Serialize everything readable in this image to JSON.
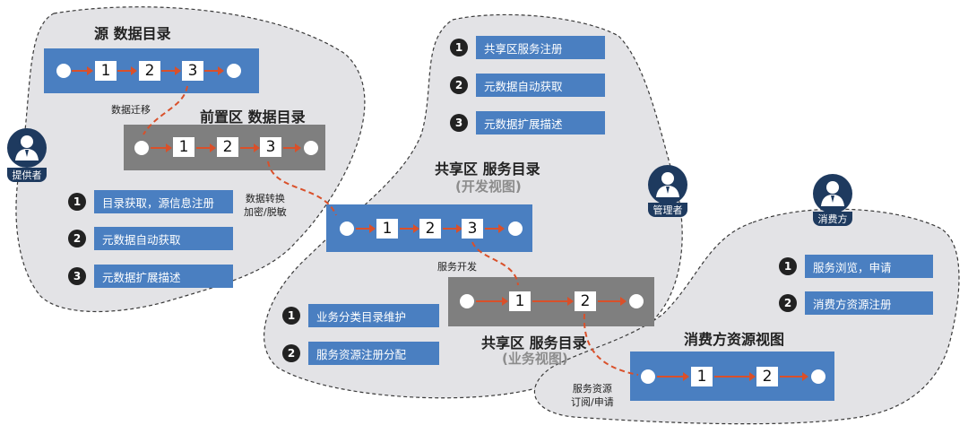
{
  "source_catalog": {
    "title": "源 数据目录",
    "steps": [
      "1",
      "2",
      "3"
    ]
  },
  "migration_label": "数据迁移",
  "front_catalog": {
    "title": "前置区 数据目录",
    "steps": [
      "1",
      "2",
      "3"
    ]
  },
  "provider": {
    "label": "提供者",
    "items": [
      {
        "num": "1",
        "text": "目录获取，源信息注册"
      },
      {
        "num": "2",
        "text": "元数据自动获取"
      },
      {
        "num": "3",
        "text": "元数据扩展描述"
      }
    ]
  },
  "convert_label": {
    "line1": "数据转换",
    "line2": "加密/脱敏"
  },
  "shared_top_items": [
    {
      "num": "1",
      "text": "共享区服务注册"
    },
    {
      "num": "2",
      "text": "元数据自动获取"
    },
    {
      "num": "3",
      "text": "元数据扩展描述"
    }
  ],
  "shared_dev": {
    "title": "共享区 服务目录",
    "subtitle": "(开发视图)",
    "steps": [
      "1",
      "2",
      "3"
    ]
  },
  "service_dev_label": "服务开发",
  "shared_biz": {
    "title": "共享区 服务目录",
    "subtitle": "(业务视图)",
    "steps": [
      "1",
      "2"
    ]
  },
  "shared_bottom_items": [
    {
      "num": "1",
      "text": "业务分类目录维护"
    },
    {
      "num": "2",
      "text": "服务资源注册分配"
    }
  ],
  "manager": {
    "label": "管理者"
  },
  "consumer": {
    "label": "消费方",
    "items": [
      {
        "num": "1",
        "text": "服务浏览，申请"
      },
      {
        "num": "2",
        "text": "消费方资源注册"
      }
    ]
  },
  "consumer_view": {
    "title": "消费方资源视图",
    "steps": [
      "1",
      "2"
    ]
  },
  "subscribe_label": {
    "line1": "服务资源",
    "line2": "订阅/申请"
  },
  "colors": {
    "blob_fill": "#e3e3e6",
    "flow_blue": "#4a7fc1",
    "flow_gray": "#7f7f7f",
    "arrow": "#d9502a",
    "role_navy": "#1e3a5f",
    "badge": "#222222"
  },
  "icons": [
    "person-icon"
  ]
}
